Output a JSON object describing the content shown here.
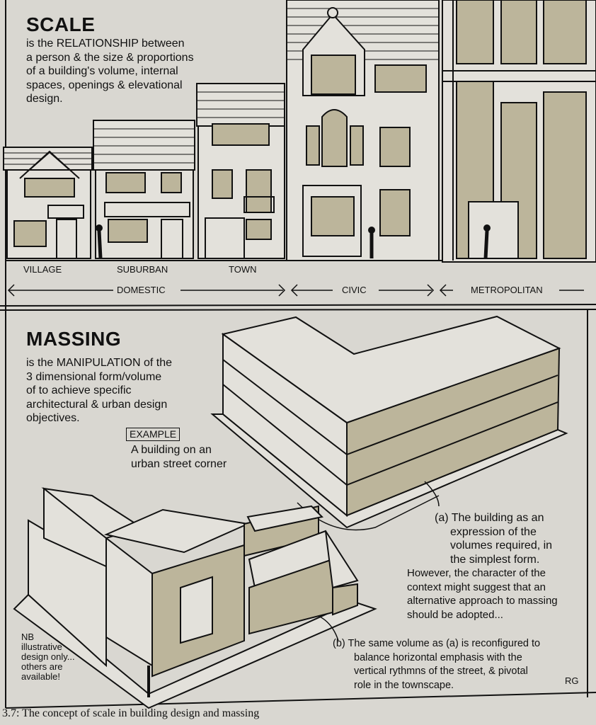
{
  "scale": {
    "title": "SCALE",
    "description": [
      "is the RELATIONSHIP between",
      "a person & the size & proportions",
      "of a building's volume, internal",
      "spaces, openings & elevational",
      "design."
    ],
    "building_labels": [
      "VILLAGE",
      "SUBURBAN",
      "TOWN"
    ],
    "ranges": [
      "DOMESTIC",
      "CIVIC",
      "METROPOLITAN"
    ]
  },
  "massing": {
    "title": "MASSING",
    "description": [
      "is the MANIPULATION of the",
      "3 dimensional form/volume",
      "of to achieve specific",
      "architectural & urban design",
      "objectives."
    ],
    "example_label": "EXAMPLE",
    "example_text": [
      "A building on an",
      "urban street corner"
    ],
    "note_a": [
      "(a) The building as an",
      "expression of the",
      "volumes required, in",
      "the simplest form."
    ],
    "note_a_cont": [
      "However, the character of the",
      "context might suggest that an",
      "alternative approach to massing",
      "should be adopted..."
    ],
    "note_b": [
      "(b) The same volume as (a) is reconfigured to",
      "balance horizontal emphasis with the",
      "vertical rythmns of the street, & pivotal",
      "role in the townscape."
    ],
    "nb_note": [
      "NB",
      "illustrative",
      "design only...",
      "others are",
      "available!"
    ],
    "initials": "RG"
  },
  "caption": "3.7: The concept of scale in building design and massing",
  "colors": {
    "paper": "#d9d7d1",
    "fill": "#bcb59b",
    "light": "#e3e1db",
    "ink": "#111111"
  }
}
